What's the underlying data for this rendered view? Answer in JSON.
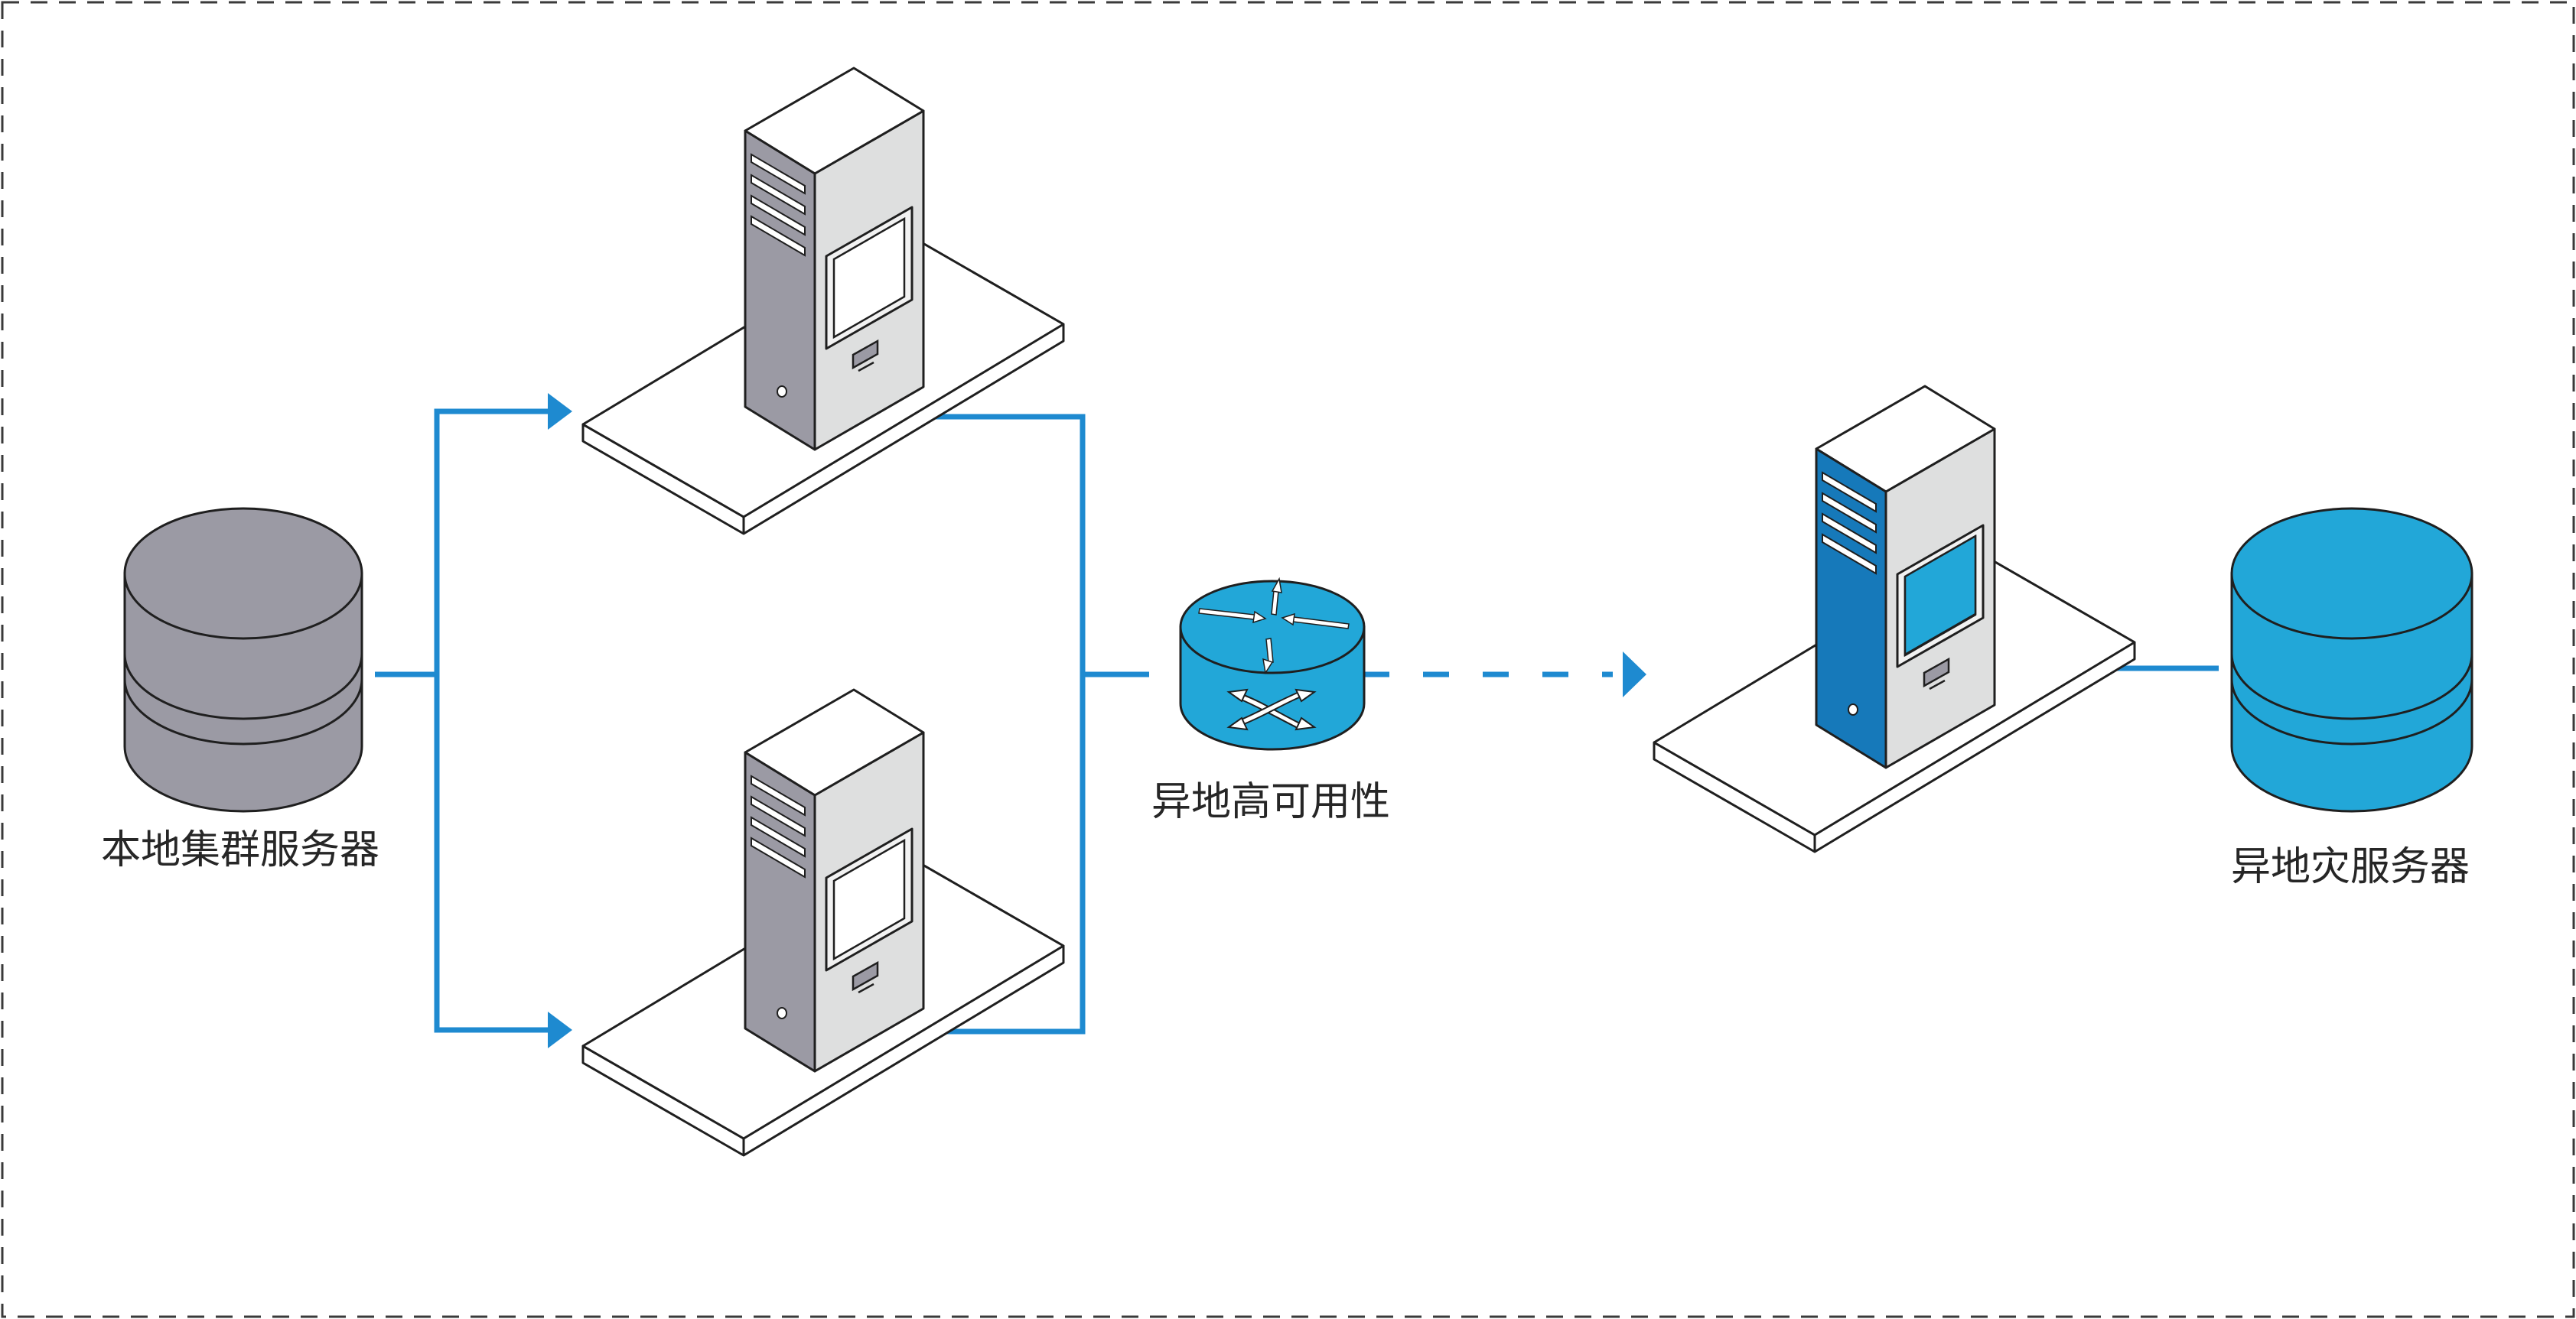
{
  "labels": {
    "local_cluster": "本地集群服务器",
    "ha": "异地高可用性",
    "remote_dr": "异地灾服务器"
  },
  "colors": {
    "connector": "#1E8AD0",
    "blue_fill": "#22A7D8",
    "blue_dark": "#1679BA",
    "gray_fill": "#9B9AA4",
    "light_gray": "#DEDFDF",
    "stroke": "#1f1f1f",
    "frame": "#3a3a3a"
  },
  "icons": {
    "local_db": "database-icon",
    "server_top": "server-tower-icon",
    "server_bottom": "server-tower-icon",
    "router": "router-icon",
    "remote_server": "server-tower-icon",
    "remote_db": "database-icon"
  }
}
